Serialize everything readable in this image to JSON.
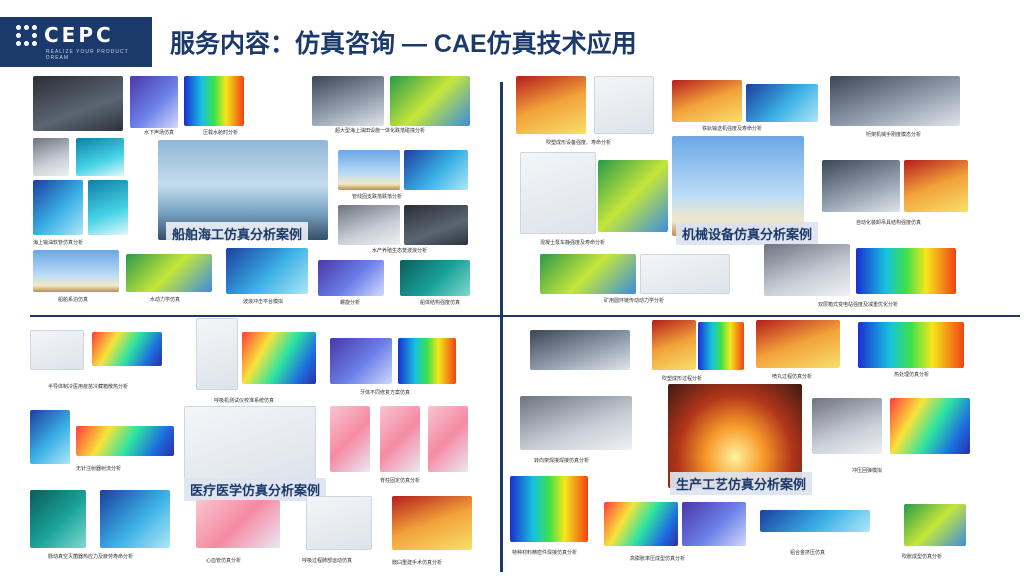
{
  "header": {
    "logo_text": "CEPC",
    "logo_tagline": "REALIZE YOUR PRODUCT DREAM",
    "title": "服务内容：仿真咨询 — CAE仿真技术应用"
  },
  "sections": {
    "marine": "船舶海工仿真分析案例",
    "machinery": "机械设备仿真分析案例",
    "medical": "医疗医学仿真分析案例",
    "production": "生产工艺仿真分析案例"
  },
  "captions": {
    "marine": [
      "水下声场仿真",
      "压载水舱时分析",
      "超大型海上油田设施一体化跌落碰撞分析",
      "管线固支跌落跌落分析",
      "海上输油软管仿真分析",
      "水产养殖生态笼波浪分析",
      "船舶系泊仿真",
      "水动力学仿真",
      "波浪冲击平台模拟",
      "螺旋分析",
      "船体结构强度仿真"
    ],
    "machinery": [
      "吹塑成形设备强度、寿命分析",
      "铁轨输送机强度及寿命分析",
      "桁架机械手刚度模态分析",
      "混凝土泵车静强度及寿命分析",
      "自动化装卸吊具结构强度仿真",
      "矿用圆环链传动动力学分析",
      "双层箱式变电站强度及减重优化分析"
    ],
    "medical": [
      "半导体制冷医用疫苗冷藏箱散热分析",
      "呼吸机测试仪校准系统仿真",
      "牙体不同修复方案仿真",
      "无针注射器射流分析",
      "脊柱固定仿真分析",
      "脉动真空灭菌器热应力及疲劳寿命分析",
      "心血管仿真分析",
      "呼吸过程肺部运动仿真",
      "髋臼重建手术仿真分析"
    ],
    "production": [
      "吹塑成形过程分析",
      "喷丸过程仿真分析",
      "热处理仿真分析",
      "转向架焊接焊接仿真分析",
      "冲压回弹模拟",
      "特种材料精密件焊接仿真分析",
      "高膨胀率压成型仿真分析",
      "铝合金挤压仿真",
      "吹胀成型仿真分析"
    ]
  }
}
